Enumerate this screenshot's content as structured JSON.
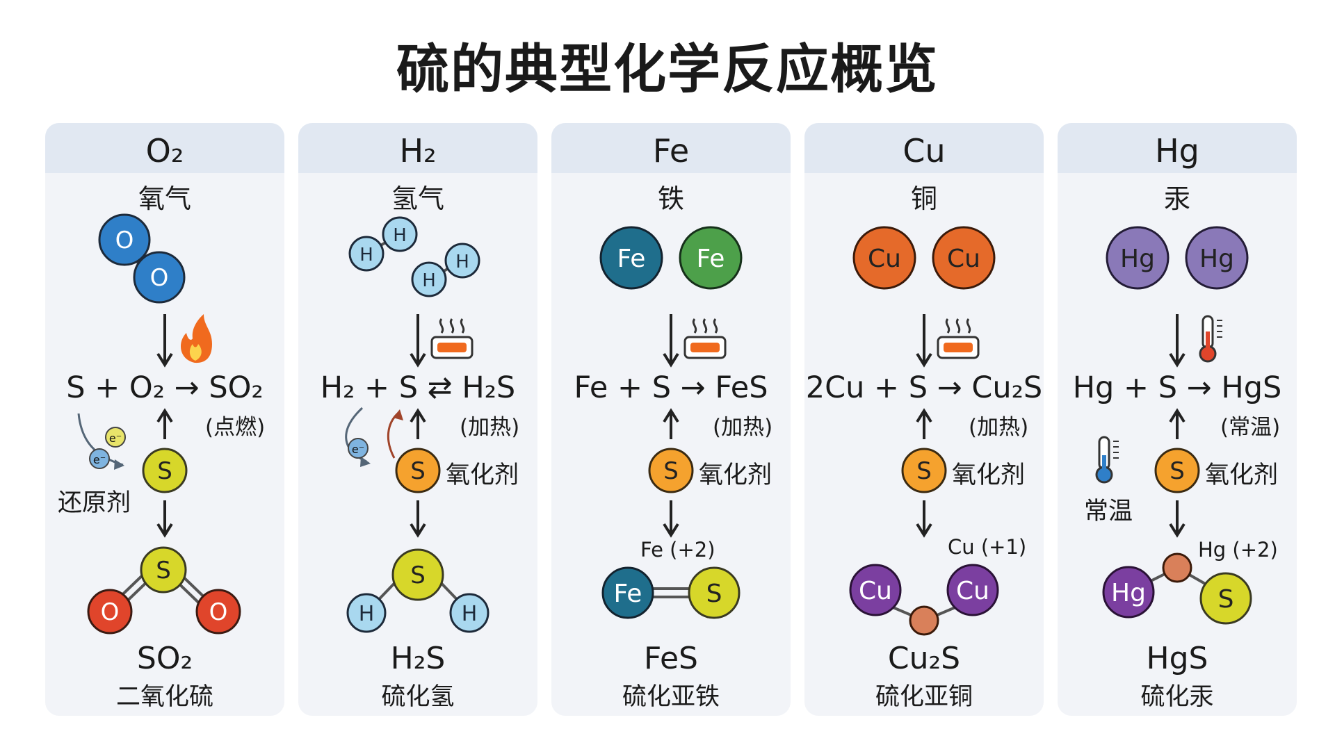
{
  "title": "硫的典型化学反应概览",
  "panels": [
    {
      "reagent_formula": "O₂",
      "reagent_name": "氧气",
      "equation": "S + O₂ → SO₂",
      "condition": "(点燃)",
      "s_role": "还原剂",
      "product_formula": "SO₂",
      "product_name": "二氧化硫",
      "reagent_atoms": [
        "O",
        "O"
      ],
      "center_atom": "S",
      "product_atoms": [
        "S",
        "O",
        "O"
      ],
      "electron": "e⁻",
      "icon": "flame-icon"
    },
    {
      "reagent_formula": "H₂",
      "reagent_name": "氢气",
      "equation": "H₂ + S ⇄ H₂S",
      "condition": "(加热)",
      "s_role": "氧化剂",
      "product_formula": "H₂S",
      "product_name": "硫化氢",
      "reagent_atoms": [
        "H",
        "H",
        "H",
        "H"
      ],
      "center_atom": "S",
      "product_atoms": [
        "S",
        "H",
        "H"
      ],
      "electron": "e⁻",
      "icon": "heater-icon"
    },
    {
      "reagent_formula": "Fe",
      "reagent_name": "铁",
      "equation": "Fe + S → FeS",
      "condition": "(加热)",
      "s_role": "氧化剂",
      "product_formula": "FeS",
      "product_name": "硫化亚铁",
      "oxidation_label": "Fe (+2)",
      "reagent_atoms": [
        "Fe",
        "Fe"
      ],
      "center_atom": "S",
      "product_atoms": [
        "Fe",
        "S"
      ],
      "icon": "heater-icon"
    },
    {
      "reagent_formula": "Cu",
      "reagent_name": "铜",
      "equation": "2Cu + S → Cu₂S",
      "condition": "(加热)",
      "s_role": "氧化剂",
      "product_formula": "Cu₂S",
      "product_name": "硫化亚铜",
      "oxidation_label": "Cu (+1)",
      "reagent_atoms": [
        "Cu",
        "Cu"
      ],
      "center_atom": "S",
      "product_atoms": [
        "Cu",
        "Cu"
      ],
      "icon": "heater-icon"
    },
    {
      "reagent_formula": "Hg",
      "reagent_name": "汞",
      "equation": "Hg + S → HgS",
      "condition": "(常温)",
      "s_role": "氧化剂",
      "product_formula": "HgS",
      "product_name": "硫化汞",
      "oxidation_label": "Hg (+2)",
      "temp_label": "常温",
      "reagent_atoms": [
        "Hg",
        "Hg"
      ],
      "center_atom": "S",
      "product_atoms": [
        "Hg",
        "S"
      ],
      "icon": "thermometer-icon"
    }
  ],
  "colors": {
    "oxygen": "#2f7fc8",
    "hydrogen": "#a9d8ef",
    "sulfur": "#d7d72a",
    "sulfur_reagent": "#f5a22e",
    "iron_blue": "#1f6e8c",
    "iron_green": "#4da04a",
    "copper": "#e56a2a",
    "copper_product": "#7b3fa0",
    "mercury": "#8a79b8",
    "mercury_product": "#7b3fa0",
    "red_oxygen": "#e0452b"
  }
}
